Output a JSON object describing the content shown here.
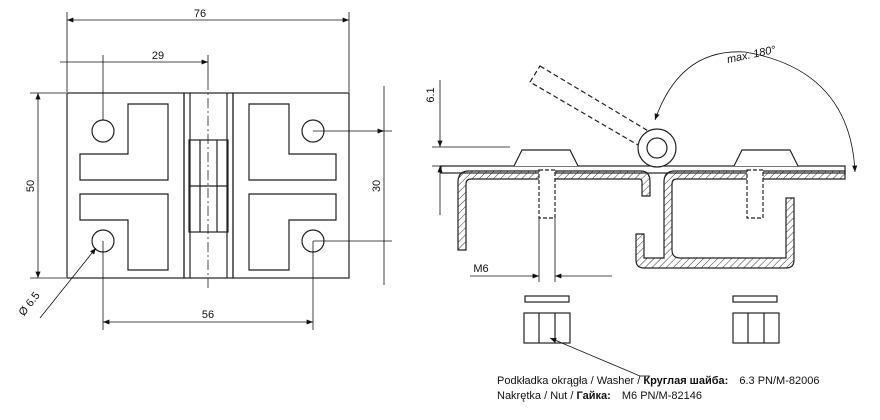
{
  "dimensions": {
    "overall_width": "76",
    "knuckle_offset": "29",
    "overall_height": "50",
    "hole_spacing_v": "30",
    "hole_spacing_h": "56",
    "hole_diameter": "Ø 6.5",
    "leaf_thickness": "6.1",
    "rotation": "max. 180°",
    "screw": "M6"
  },
  "legend": {
    "washer": {
      "label_pl": "Podkładka okrągła",
      "label_en": "Washer",
      "label_ru": "Круглая шайба:",
      "code": "6.3 PN/M-82006"
    },
    "nut": {
      "label_pl": "Nakrętka",
      "label_en": "Nut",
      "label_ru": "Гайка:",
      "code": "M6 PN/M-82146"
    },
    "separator": "/"
  }
}
